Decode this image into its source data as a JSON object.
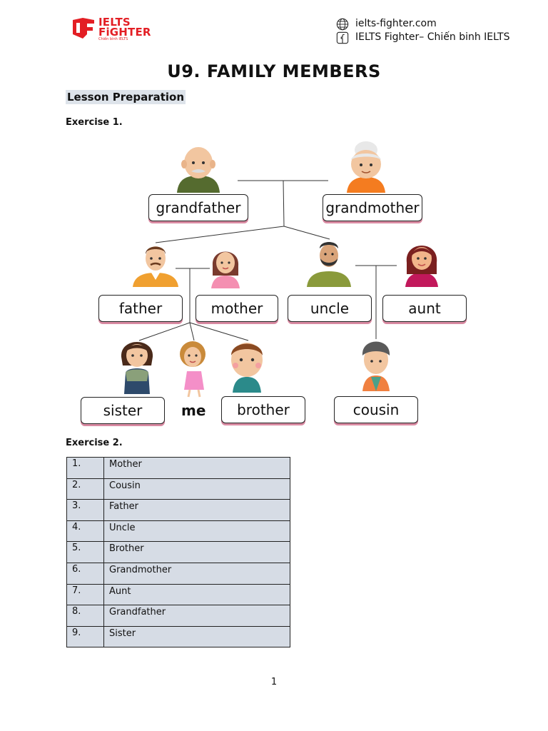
{
  "header": {
    "logo_line1": "IELTS",
    "logo_line2": "FiGHTER",
    "logo_sub": "Chiến binh IELTS",
    "website": "ielts-fighter.com",
    "facebook": "IELTS Fighter– Chiến binh IELTS"
  },
  "title": "U9. FAMILY MEMBERS",
  "lesson_heading": "Lesson Preparation",
  "exercise1_label": "Exercise 1.",
  "tree": {
    "grandfather": "grandfather",
    "grandmother": "grandmother",
    "father": "father",
    "mother": "mother",
    "uncle": "uncle",
    "aunt": "aunt",
    "sister": "sister",
    "me": "me",
    "brother": "brother",
    "cousin": "cousin"
  },
  "exercise2_label": "Exercise 2.",
  "table": [
    {
      "num": "1.",
      "word": "Mother"
    },
    {
      "num": "2.",
      "word": "Cousin"
    },
    {
      "num": "3.",
      "word": "Father"
    },
    {
      "num": "4.",
      "word": "Uncle"
    },
    {
      "num": "5.",
      "word": "Brother"
    },
    {
      "num": "6.",
      "word": "Grandmother"
    },
    {
      "num": "7.",
      "word": "Aunt"
    },
    {
      "num": "8.",
      "word": "Grandfather"
    },
    {
      "num": "9.",
      "word": "Sister"
    }
  ],
  "page_number": "1",
  "colors": {
    "brand_red": "#e31e24",
    "table_fill": "#d6dce5",
    "label_shadow": "#d98aa2"
  }
}
